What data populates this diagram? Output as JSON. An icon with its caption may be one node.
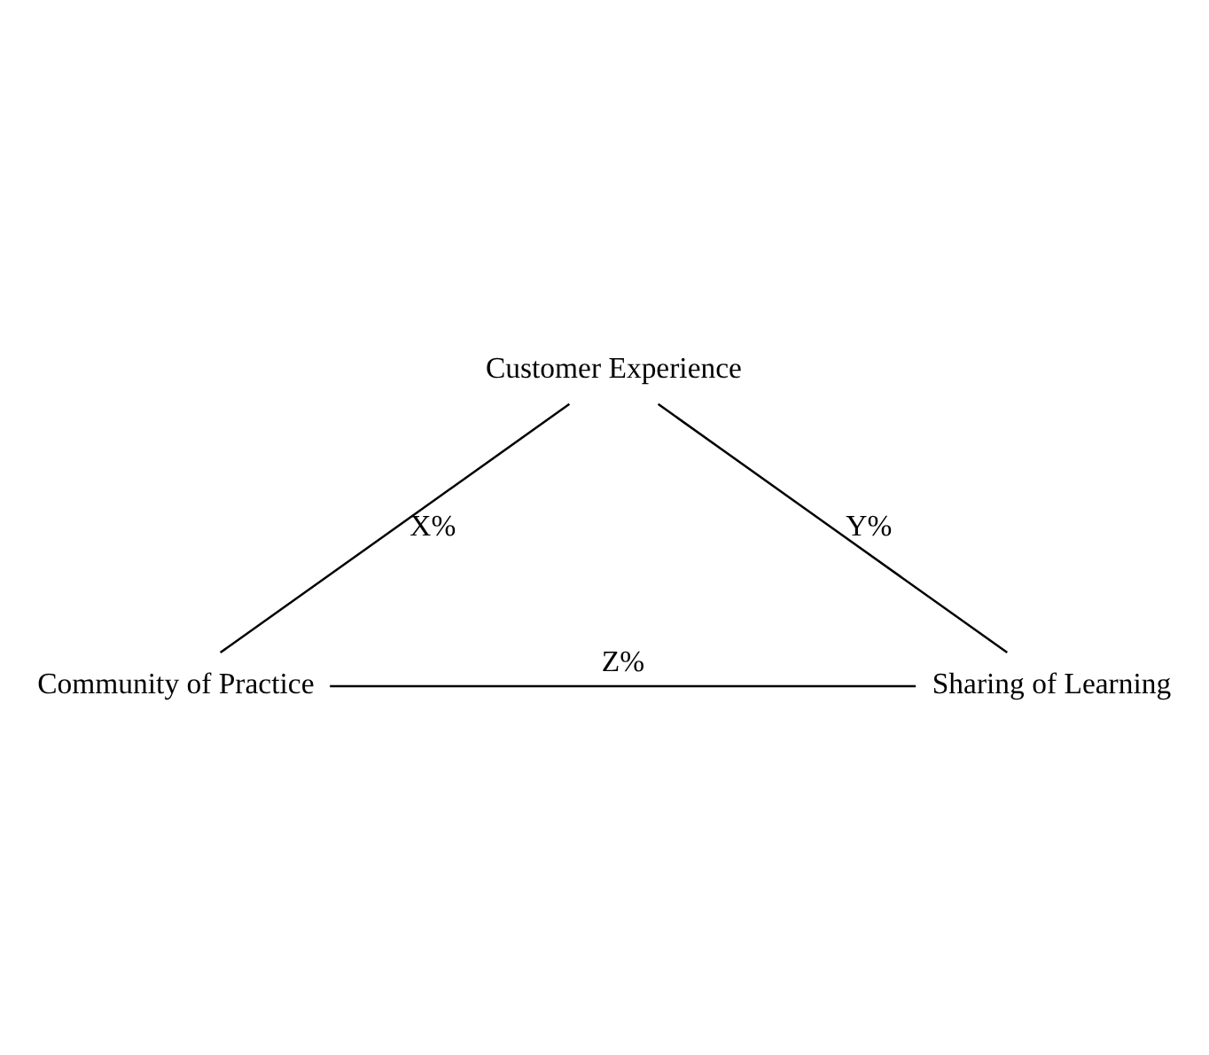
{
  "diagram": {
    "nodes": [
      {
        "text": [
          "Customer Experience"
        ]
      },
      {
        "text": [
          "Community of Practice"
        ]
      },
      {
        "text": [
          "Sharing of Learning"
        ]
      }
    ],
    "edges": [
      {
        "from": 0,
        "to": 1,
        "arrow": "none",
        "label": "X%"
      },
      {
        "from": 0,
        "to": 2,
        "arrow": "none",
        "label": "Y%"
      },
      {
        "from": 1,
        "to": 2,
        "arrow": "none",
        "label": "Z%"
      }
    ]
  }
}
